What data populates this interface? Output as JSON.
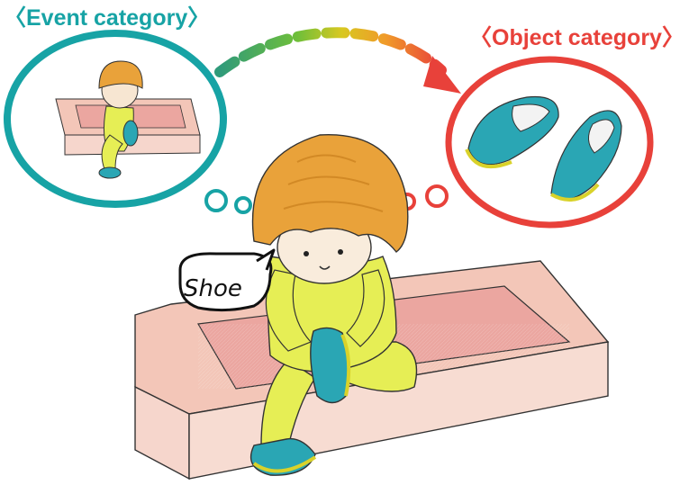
{
  "labels": {
    "event_category": "〈Event category〉",
    "object_category": "〈Object category〉"
  },
  "speech_bubble": {
    "text": "Shoe"
  },
  "colors": {
    "event": "#17a3a5",
    "object": "#e8413a",
    "hair": "#e9a23a",
    "shirt": "#e6ee55",
    "shoe": "#2aa6b4",
    "bench_top": "#f3c6b8",
    "bench_inner": "#eba6a0"
  },
  "icons": {
    "arrow": "dashed-gradient-arrow-icon",
    "thought_dots_left": "thought-bubble-dots-icon",
    "thought_dots_right": "thought-bubble-dots-icon"
  }
}
